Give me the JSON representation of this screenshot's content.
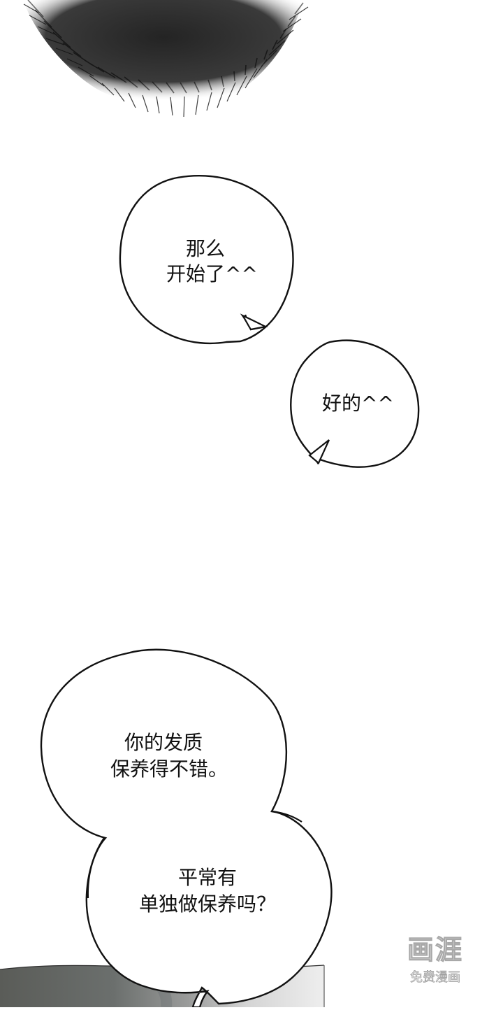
{
  "bubbles": [
    {
      "lines": [
        "那么",
        "开始了^^"
      ]
    },
    {
      "lines": [
        "好的^^"
      ]
    },
    {
      "lines": [
        "你的发质",
        "保养得不错。"
      ]
    },
    {
      "lines": [
        "平常有",
        "单独做保养吗？"
      ]
    }
  ],
  "watermark": {
    "logo_text": "画涯",
    "subtitle": "免费漫画"
  },
  "colors": {
    "background": "#ffffff",
    "ink": "#111111",
    "panel_dark": "#5c5f5e",
    "panel_light": "#d6d6d6"
  }
}
